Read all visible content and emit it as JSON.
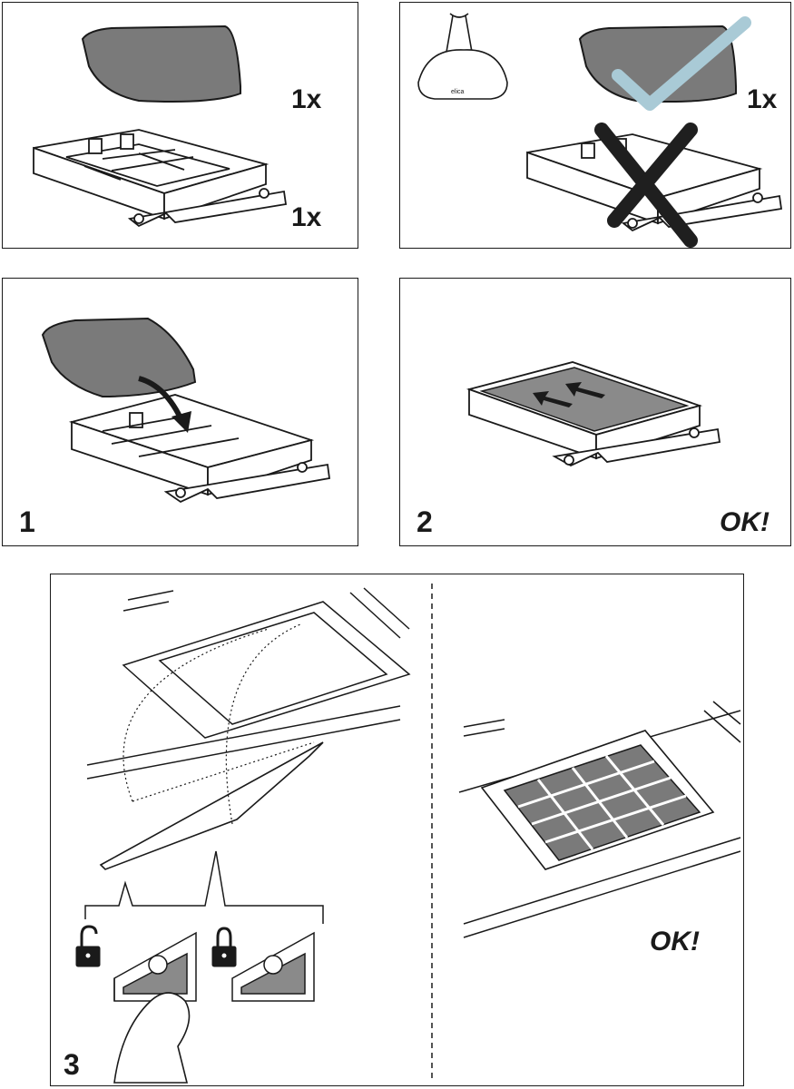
{
  "panel_a": {
    "qty_top": "1x",
    "qty_bottom": "1x"
  },
  "panel_b": {
    "qty_top": "1x",
    "hood_brand": "elica"
  },
  "panel_1": {
    "step": "1"
  },
  "panel_2": {
    "step": "2",
    "ok": "OK!"
  },
  "panel_3": {
    "step": "3",
    "ok": "OK!"
  },
  "colors": {
    "filter_gray": "#7a7a7a",
    "check_blue": "#a9cad6",
    "cross": "#1f1f1f",
    "line": "#1a1a1a"
  },
  "icons": [
    "filter-pad",
    "filter-frame",
    "cooker-hood",
    "check-mark",
    "cross-mark",
    "arrow",
    "unlock-icon",
    "lock-icon",
    "hand",
    "grid-filter"
  ]
}
